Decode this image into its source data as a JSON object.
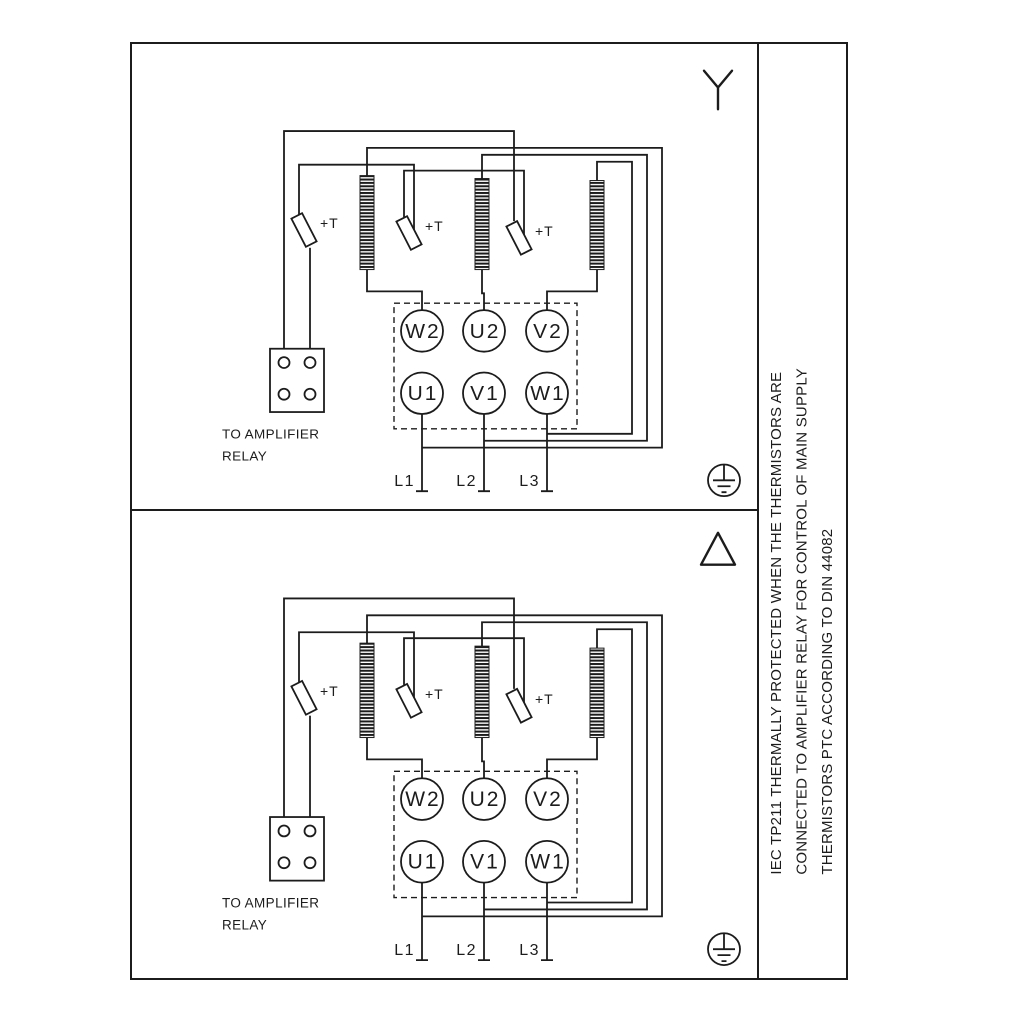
{
  "diagram": {
    "side_note_lines": [
      "IEC TP211 THERMALLY PROTECTED WHEN THE THERMISTORS ARE",
      "CONNECTED TO AMPLIFIER RELAY FOR CONTROL OF MAIN SUPPLY",
      "THERMISTORS PTC ACCORDING TO DIN 44082"
    ]
  },
  "panels": [
    {
      "config": "star",
      "terminals_top": [
        "W2",
        "U2",
        "V2"
      ],
      "terminals_bottom": [
        "U1",
        "V1",
        "W1"
      ],
      "thermistor_label": "+T",
      "relay_note_line1": "TO AMPLIFIER",
      "relay_note_line2": "RELAY",
      "supply_lines": [
        "L1",
        "L2",
        "L3"
      ]
    },
    {
      "config": "delta",
      "terminals_top": [
        "W2",
        "U2",
        "V2"
      ],
      "terminals_bottom": [
        "U1",
        "V1",
        "W1"
      ],
      "thermistor_label": "+T",
      "relay_note_line1": "TO AMPLIFIER",
      "relay_note_line2": "RELAY",
      "supply_lines": [
        "L1",
        "L2",
        "L3"
      ]
    }
  ],
  "colors": {
    "line": "#1c1c1c",
    "background": "#ffffff"
  }
}
